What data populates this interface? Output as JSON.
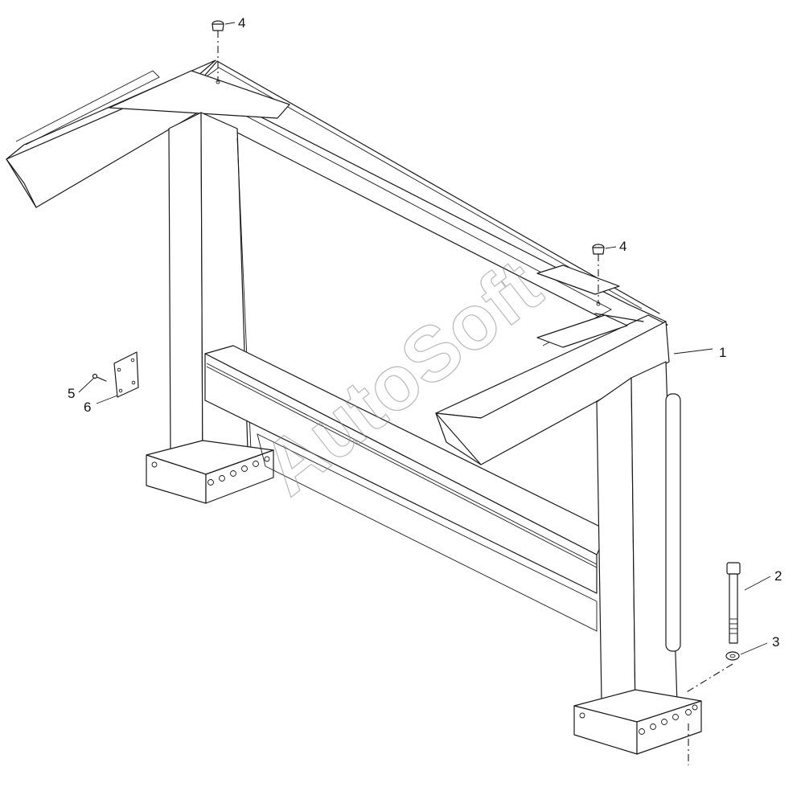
{
  "watermark": "AutoSoft",
  "callouts": [
    {
      "id": "1",
      "label": "1"
    },
    {
      "id": "2",
      "label": "2"
    },
    {
      "id": "3",
      "label": "3"
    },
    {
      "id": "4a",
      "label": "4"
    },
    {
      "id": "4b",
      "label": "4"
    },
    {
      "id": "5",
      "label": "5"
    },
    {
      "id": "6",
      "label": "6"
    }
  ]
}
